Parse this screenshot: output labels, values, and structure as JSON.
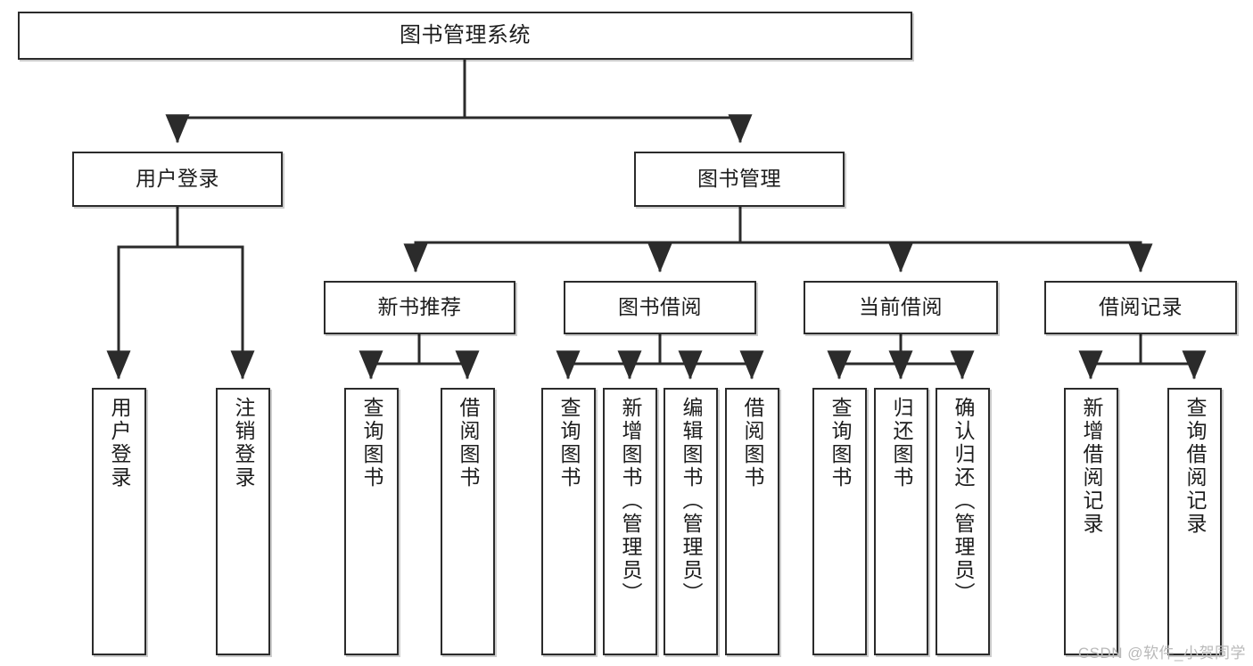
{
  "diagram": {
    "type": "hierarchy-tree",
    "title": "图书管理系统",
    "watermark": "CSDN @软件_小贺同学",
    "colors": {
      "border": "#2b2b2b",
      "background": "#ffffff",
      "text": "#1d1d1d",
      "edge": "#2b2b2b",
      "watermark": "#b9b9b9"
    },
    "nodes": {
      "root": {
        "label": "图书管理系统",
        "level": 1,
        "orientation": "horizontal"
      },
      "level2": [
        {
          "id": "user-login",
          "label": "用户登录",
          "orientation": "horizontal"
        },
        {
          "id": "book-management",
          "label": "图书管理",
          "orientation": "horizontal"
        }
      ],
      "level3": [
        {
          "id": "new-book-recommend",
          "label": "新书推荐",
          "orientation": "horizontal",
          "parent": "book-management"
        },
        {
          "id": "book-borrow",
          "label": "图书借阅",
          "orientation": "horizontal",
          "parent": "book-management"
        },
        {
          "id": "current-borrow",
          "label": "当前借阅",
          "orientation": "horizontal",
          "parent": "book-management"
        },
        {
          "id": "borrow-record",
          "label": "借阅记录",
          "orientation": "horizontal",
          "parent": "book-management"
        }
      ],
      "leaves": [
        {
          "id": "leaf-user-login",
          "label": "用户登录",
          "parent": "user-login",
          "orientation": "vertical"
        },
        {
          "id": "leaf-user-logout",
          "label": "注销登录",
          "parent": "user-login",
          "orientation": "vertical"
        },
        {
          "id": "leaf-query-book-1",
          "label": "查询图书",
          "parent": "new-book-recommend",
          "orientation": "vertical"
        },
        {
          "id": "leaf-borrow-book-1",
          "label": "借阅图书",
          "parent": "new-book-recommend",
          "orientation": "vertical"
        },
        {
          "id": "leaf-query-book-2",
          "label": "查询图书",
          "parent": "book-borrow",
          "orientation": "vertical"
        },
        {
          "id": "leaf-add-book",
          "label": "新增图书（管理员）",
          "parent": "book-borrow",
          "orientation": "vertical"
        },
        {
          "id": "leaf-edit-book",
          "label": "编辑图书（管理员）",
          "parent": "book-borrow",
          "orientation": "vertical"
        },
        {
          "id": "leaf-borrow-book-2",
          "label": "借阅图书",
          "parent": "book-borrow",
          "orientation": "vertical"
        },
        {
          "id": "leaf-query-book-3",
          "label": "查询图书",
          "parent": "current-borrow",
          "orientation": "vertical"
        },
        {
          "id": "leaf-return-book",
          "label": "归还图书",
          "parent": "current-borrow",
          "orientation": "vertical"
        },
        {
          "id": "leaf-confirm-return",
          "label": "确认归还（管理员）",
          "parent": "current-borrow",
          "orientation": "vertical"
        },
        {
          "id": "leaf-add-record",
          "label": "新增借阅记录",
          "parent": "borrow-record",
          "orientation": "vertical"
        },
        {
          "id": "leaf-query-record",
          "label": "查询借阅记录",
          "parent": "borrow-record",
          "orientation": "vertical"
        }
      ]
    }
  }
}
